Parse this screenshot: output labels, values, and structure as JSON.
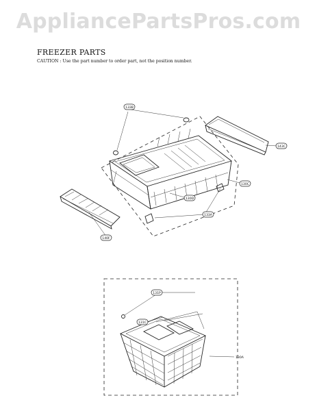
{
  "watermark": "AppliancePartsPros.com",
  "title": "FREEZER PARTS",
  "caution": "CAUTION : Use the part number to order part, not the position number.",
  "labels": {
    "l133b": "133B",
    "l143c": "143C",
    "l130c": "130C",
    "l130d": "130D",
    "l133a": "133A",
    "l140f": "140F",
    "l131p": "131P",
    "l131c": "131C",
    "l130a": "130A"
  }
}
